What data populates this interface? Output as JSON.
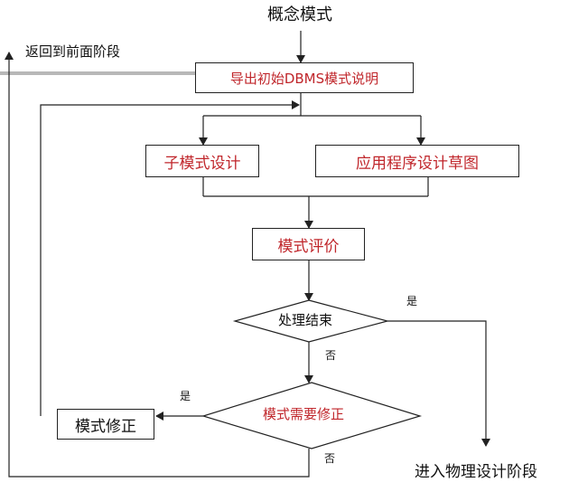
{
  "nodes": {
    "concept_model": "概念模式",
    "return_previous": "返回到前面阶段",
    "export_dbms": "导出初始DBMS模式说明",
    "submodel_design": "子模式设计",
    "app_sketch": "应用程序设计草图",
    "model_eval": "模式评价",
    "process_end": "处理结束",
    "need_revise": "模式需要修正",
    "model_revise": "模式修正",
    "enter_physical": "进入物理设计阶段"
  },
  "edge_labels": {
    "end_yes": "是",
    "end_no": "否",
    "revise_yes": "是",
    "revise_no": "否"
  },
  "colors": {
    "text_red": "#c0262b",
    "line": "#222222",
    "highlight_bar": "#b8b8b8"
  }
}
